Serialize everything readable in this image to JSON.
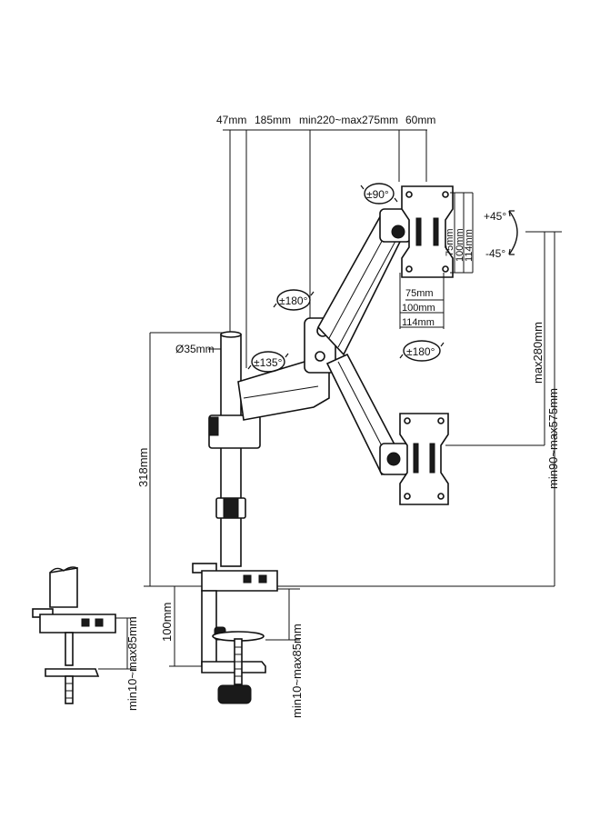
{
  "top_dimensions": {
    "d1": "47mm",
    "d2": "185mm",
    "d3": "min220~max275mm",
    "d4": "60mm"
  },
  "pole_diameter": "Ø35mm",
  "rotations": {
    "r90": "±90°",
    "r180_arm": "±180°",
    "r135": "±135°",
    "r180_plate": "±180°"
  },
  "tilt": {
    "up": "+45°",
    "down": "-45°"
  },
  "vesa": {
    "v75_h": "75mm",
    "v100_h": "100mm",
    "v114_h": "114mm",
    "v75_w": "75mm",
    "v100_w": "100mm",
    "v114_w": "114mm"
  },
  "heights": {
    "pole_height": "318mm",
    "max_height": "max280mm",
    "height_range": "min90~max575mm",
    "clamp_height": "100mm",
    "desk_thickness_left": "min10~max85mm",
    "desk_thickness_right": "min10~max85mm"
  },
  "colors": {
    "line": "#111111",
    "background": "#ffffff"
  }
}
